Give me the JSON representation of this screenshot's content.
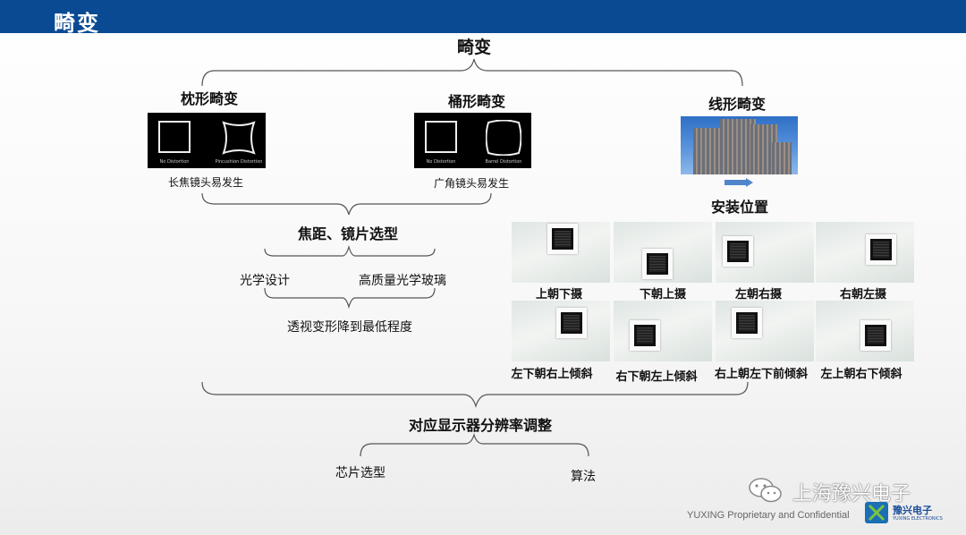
{
  "header": {
    "title": "畸变"
  },
  "main_title": "畸变",
  "pincushion": {
    "title": "枕形畸变",
    "panel_caption_left": "No Distortion",
    "panel_caption_right": "Pincushion Distortion",
    "note": "长焦镜头易发生"
  },
  "barrel": {
    "title": "桶形畸变",
    "panel_caption_left": "No Distortion",
    "panel_caption_right": "Barrel Distortion",
    "note": "广角镜头易发生"
  },
  "linear": {
    "title": "线形畸变",
    "install_title": "安装位置",
    "positions": [
      "上朝下摄",
      "下朝上摄",
      "左朝右摄",
      "右朝左摄",
      "左下朝右上倾斜",
      "右下朝左上倾斜",
      "右上朝左下前倾斜",
      "左上朝右下倾斜"
    ]
  },
  "focal": {
    "title": "焦距、镜片选型",
    "left": "光学设计",
    "right": "高质量光学玻璃",
    "result": "透视变形降到最低程度"
  },
  "display": {
    "title": "对应显示器分辨率调整",
    "left": "芯片选型",
    "right": "算法"
  },
  "footer": {
    "watermark": "上海豫兴电子",
    "confidential": "YUXING Proprietary and Confidential",
    "logo_text": "豫兴电子",
    "logo_sub": "YUXING ELECTRONICS"
  },
  "colors": {
    "header": "#0a4a92",
    "arrow": "#4f86c9"
  }
}
